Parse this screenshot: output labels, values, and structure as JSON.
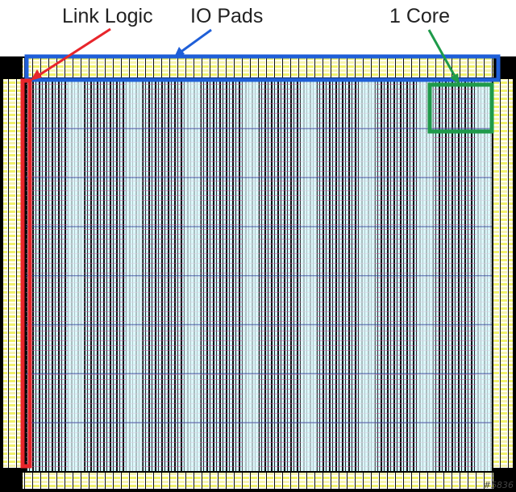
{
  "labels": {
    "link_logic": "Link Logic",
    "io_pads": "IO Pads",
    "one_core": "1 Core"
  },
  "watermark": "#5836",
  "colors": {
    "link_logic": "#e8252b",
    "io_pads": "#1f5fd8",
    "core": "#1e9a4a",
    "die_background": "#000000",
    "cell_fill": "#c8f2f7",
    "pad_accent": "#f1f26a",
    "metal_magenta": "#d9529a"
  },
  "die": {
    "core_columns": 8,
    "core_rows": 8
  }
}
